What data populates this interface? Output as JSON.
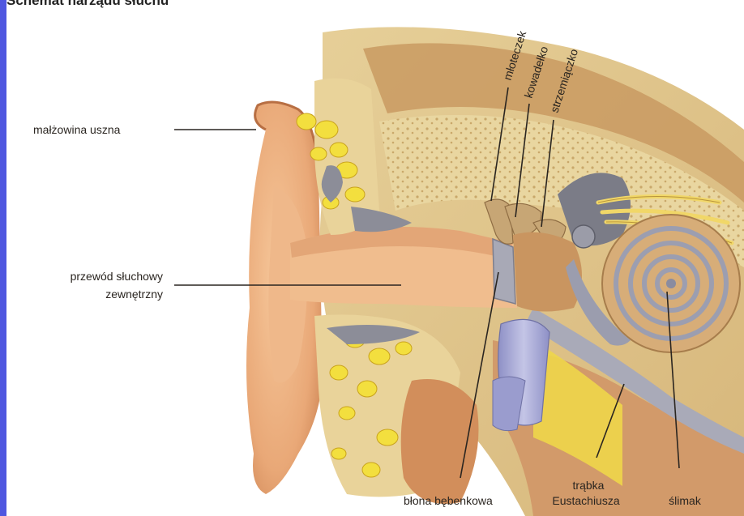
{
  "header": {
    "caption": "Schemat narządu słuchu"
  },
  "labels": {
    "malzowina": "małżowina uszna",
    "przewod_line1": "przewód słuchowy",
    "przewod_line2": "zewnętrzny",
    "mloteczek": "młoteczek",
    "kowadelko": "kowadełko",
    "strzemiaczko": "strzemiączko",
    "blona": "błona bębenkowa",
    "trabka_line1": "trąbka",
    "trabka_line2": "Eustachiusza",
    "slimak": "ślimak"
  },
  "colors": {
    "frame": "#4f57e0",
    "skin": "#e9a877",
    "bone": "#e6d19c",
    "fat": "#f2dc48",
    "membrane": "#a9aab8",
    "tube": "#a6a7cf",
    "cochlea": "#d9b07a"
  }
}
